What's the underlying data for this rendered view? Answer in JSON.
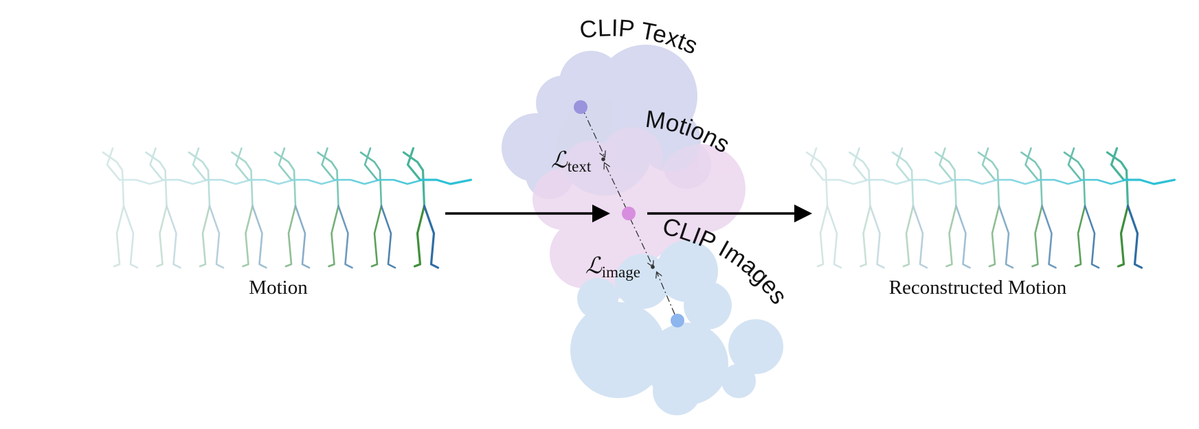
{
  "labels": {
    "input_caption": "Motion",
    "output_caption": "Reconstructed Motion",
    "clip_texts": "CLIP Texts",
    "motions": "Motions",
    "clip_images": "CLIP Images",
    "loss_text_symbol": "ℒ",
    "loss_text_subscript": "text",
    "loss_image_symbol": "ℒ",
    "loss_image_subscript": "image"
  },
  "colors": {
    "clip_texts_cloud": "#d6d9ef",
    "motions_cloud": "#ecd6ef",
    "clip_images_cloud": "#d3e3f3",
    "text_point": "#9a93dd",
    "motion_point": "#d78ede",
    "image_point": "#8db5ee",
    "skeleton_light": "#dcebeb",
    "skeleton_spine": "#48b39a",
    "skeleton_arm": "#2ec1d6",
    "skeleton_left_leg": "#3f8f3c",
    "skeleton_right_leg": "#2f6da3",
    "arrow": "#000000"
  }
}
